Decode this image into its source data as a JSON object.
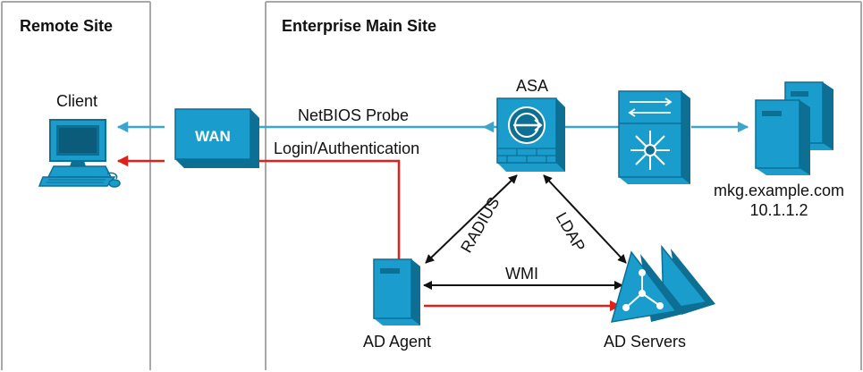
{
  "zones": {
    "remote": "Remote Site",
    "enterprise": "Enterprise Main Site"
  },
  "nodes": {
    "client": "Client",
    "wan": "WAN",
    "asa": "ASA",
    "server_host": "mkg.example.com",
    "server_ip": "10.1.1.2",
    "ad_agent": "AD Agent",
    "ad_servers": "AD Servers"
  },
  "links": {
    "netbios": "NetBIOS Probe",
    "login": "Login/Authentication",
    "radius": "RADIUS",
    "ldap": "LDAP",
    "wmi": "WMI"
  },
  "colors": {
    "device": "#1a9dcc",
    "device_dark": "#0d6f93",
    "probe_line": "#3aa6cf",
    "auth_line": "#e0201b",
    "zone_border": "#a8a8a8"
  }
}
